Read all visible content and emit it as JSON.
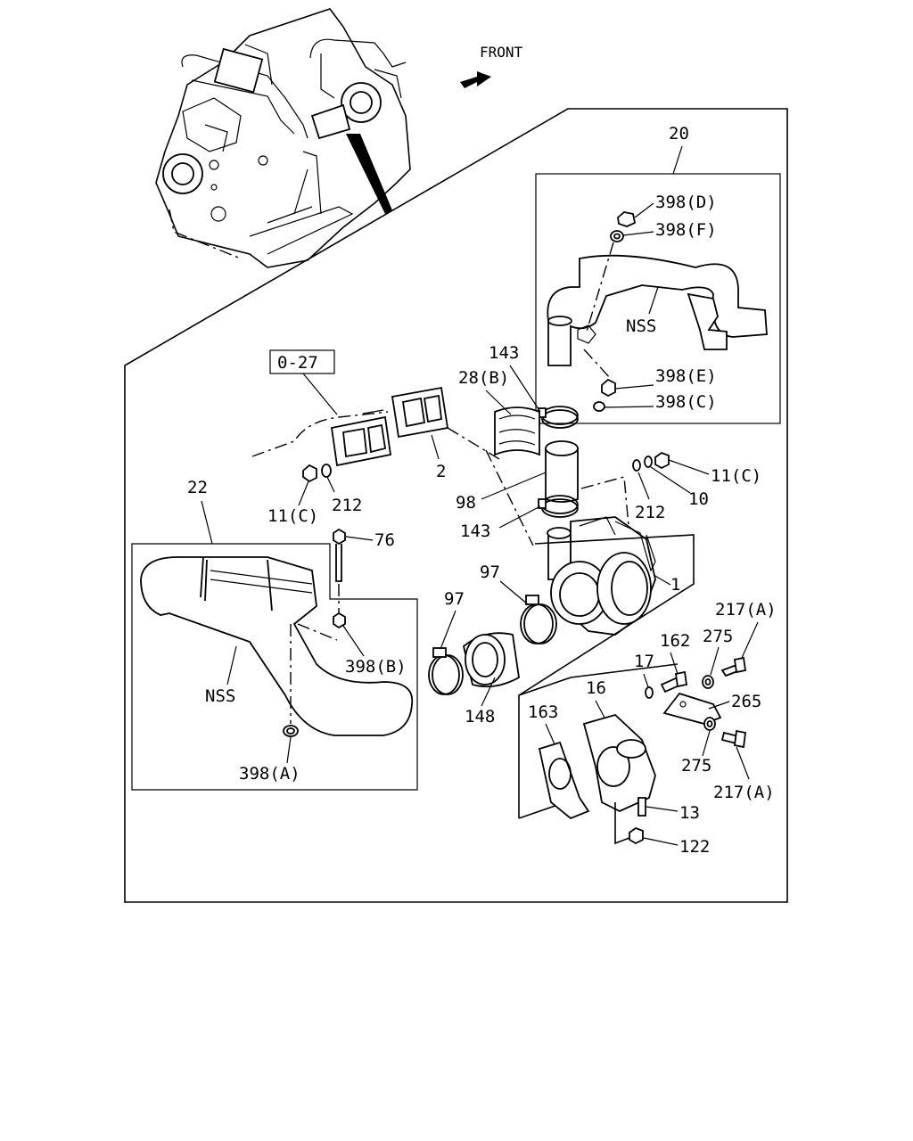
{
  "orientation": {
    "front_label": "FRONT"
  },
  "labels": {
    "p20": "20",
    "p398D": "398(D)",
    "p398F": "398(F)",
    "nss_upper": "NSS",
    "p398E": "398(E)",
    "p398C": "398(C)",
    "p143_top": "143",
    "p28B": "28(B)",
    "ref_027": "0-27",
    "p2": "2",
    "p98": "98",
    "p143_bot": "143",
    "p11C_right": "11(C)",
    "p10": "10",
    "p212_right": "212",
    "p11C_left": "11(C)",
    "p212_left": "212",
    "p22": "22",
    "p76": "76",
    "nss_lower": "NSS",
    "p398B": "398(B)",
    "p398A": "398(A)",
    "p97_left": "97",
    "p97_right": "97",
    "p148": "148",
    "p1": "1",
    "p217A_top": "217(A)",
    "p162": "162",
    "p275_top": "275",
    "p17": "17",
    "p16": "16",
    "p265": "265",
    "p163": "163",
    "p275_bot": "275",
    "p217A_bot": "217(A)",
    "p13": "13",
    "p122": "122"
  }
}
